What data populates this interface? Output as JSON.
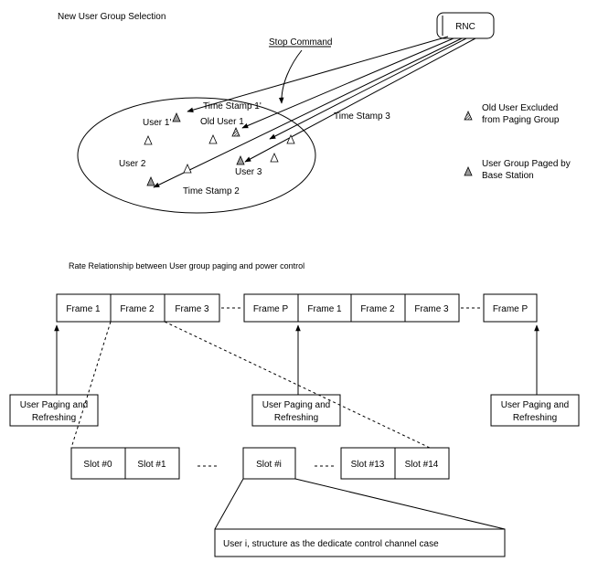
{
  "top": {
    "title": "New User Group Selection",
    "stop_command": "Stop Command",
    "rnc": "RNC",
    "time_stamp_1": "Time Stamp 1'",
    "time_stamp_2": "Time Stamp 2",
    "time_stamp_3": "Time Stamp 3",
    "user_1": "User 1'",
    "old_user_1": "Old User 1",
    "user_2": "User 2",
    "user_3": "User 3"
  },
  "legend": {
    "excluded_line1": "Old User Excluded",
    "excluded_line2": "from Paging Group",
    "paged_line1": "User Group Paged by",
    "paged_line2": "Base Station"
  },
  "bottom": {
    "title": "Rate Relationship between User group paging and power control",
    "frames": [
      "Frame 1",
      "Frame 2",
      "Frame 3",
      "Frame P",
      "Frame 1",
      "Frame 2",
      "Frame 3",
      "Frame P"
    ],
    "paging_line1": "User Paging and",
    "paging_line2": "Refreshing",
    "slots": [
      "Slot #0",
      "Slot #1",
      "Slot #i",
      "Slot #13",
      "Slot #14"
    ],
    "user_note": "User i, structure as the dedicate control channel case"
  }
}
